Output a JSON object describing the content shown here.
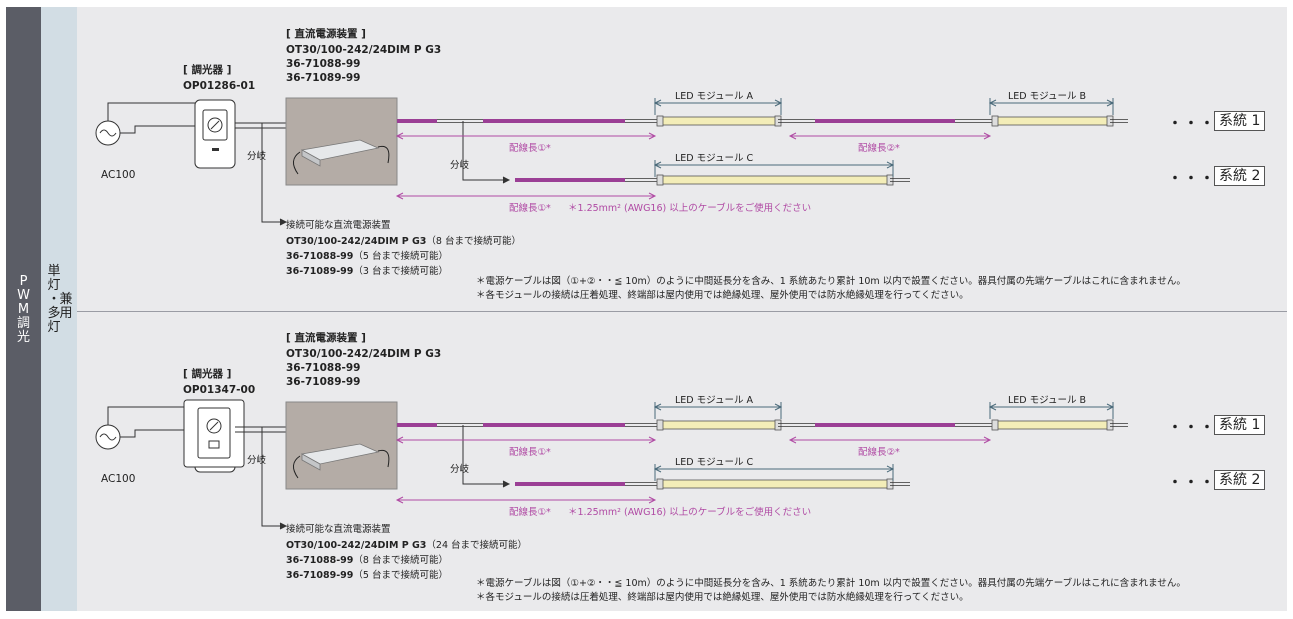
{
  "left_label": [
    "P",
    "W",
    "M",
    "調",
    "光"
  ],
  "left_label2": {
    "col1": [
      "単",
      "灯",
      "・",
      "多",
      "灯"
    ],
    "col2": [
      "兼",
      "用"
    ]
  },
  "sections": [
    {
      "dimmer_title": "[ 調光器 ]",
      "dimmer_model": "OP01286-01",
      "psu_title": "[ 直流電源装置 ]",
      "psu_models": [
        "OT30/100-242/24DIM P G3",
        "36-71088-99",
        "36-71089-99"
      ],
      "ac": "AC100",
      "branch": "分岐",
      "branch2": "分岐",
      "module_a": "LED モジュール A",
      "module_b": "LED モジュール B",
      "module_c": "LED モジュール C",
      "wire1": "配線長①*",
      "wire2": "配線長②*",
      "wire3": "配線長①*",
      "cable_note": "＊1.25mm² (AWG16) 以上のケーブルをご使用ください",
      "sys1": "系統 1",
      "sys2": "系統 2",
      "dots": "・・・・",
      "connect_title": "接続可能な直流電源装置",
      "connect": [
        {
          "model": "OT30/100-242/24DIM P G3",
          "note": "（8 台まで接続可能）"
        },
        {
          "model": "36-71088-99",
          "note": "（5 台まで接続可能）"
        },
        {
          "model": "36-71089-99",
          "note": "（3 台まで接続可能）"
        }
      ],
      "note1": "＊電源ケーブルは図（①+②・・≦ 10m）のように中間延長分を含み、1 系統あたり累計 10m 以内で設置ください。器具付属の先端ケーブルはこれに含まれません。",
      "note2": "＊各モジュールの接続は圧着処理、終端部は屋内使用では絶縁処理、屋外使用では防水絶縁処理を行ってください。"
    },
    {
      "dimmer_title": "[ 調光器 ]",
      "dimmer_model": "OP01347-00",
      "psu_title": "[ 直流電源装置 ]",
      "psu_models": [
        "OT30/100-242/24DIM P G3",
        "36-71088-99",
        "36-71089-99"
      ],
      "ac": "AC100",
      "branch": "分岐",
      "branch2": "分岐",
      "module_a": "LED モジュール A",
      "module_b": "LED モジュール B",
      "module_c": "LED モジュール C",
      "wire1": "配線長①*",
      "wire2": "配線長②*",
      "wire3": "配線長①*",
      "cable_note": "＊1.25mm² (AWG16) 以上のケーブルをご使用ください",
      "sys1": "系統 1",
      "sys2": "系統 2",
      "dots": "・・・・",
      "connect_title": "接続可能な直流電源装置",
      "connect": [
        {
          "model": "OT30/100-242/24DIM P G3",
          "note": "（24 台まで接続可能）"
        },
        {
          "model": "36-71088-99",
          "note": "（8 台まで接続可能）"
        },
        {
          "model": "36-71089-99",
          "note": "（5 台まで接続可能）"
        }
      ],
      "note1": "＊電源ケーブルは図（①+②・・≦ 10m）のように中間延長分を含み、1 系統あたり累計 10m 以内で設置ください。器具付属の先端ケーブルはこれに含まれません。",
      "note2": "＊各モジュールの接続は圧着処理、終端部は屋内使用では絶縁処理、屋外使用では防水絶縁処理を行ってください。"
    }
  ],
  "colors": {
    "cable": "#9b3f95",
    "module": "#f3edb8",
    "dimension": "#4a6a7a",
    "pink": "#b04aa4"
  }
}
